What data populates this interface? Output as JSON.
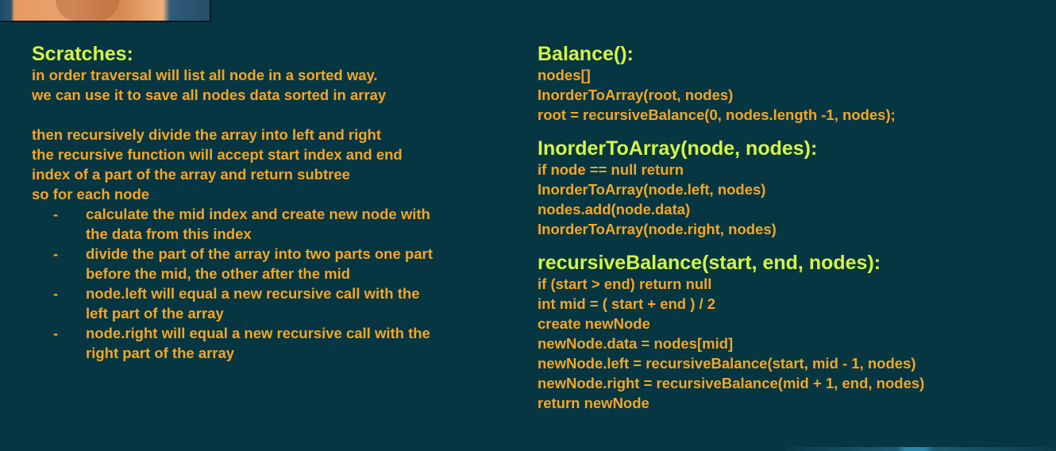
{
  "scratches": {
    "heading": "Scratches:",
    "intro_lines": [
      "in order traversal will list all node in a sorted way.",
      "we can use it to save all nodes data sorted in array"
    ],
    "body_lines": [
      "then recursively divide the array into left and right",
      "the recursive function will accept start index and end",
      "index of a part of the array and return subtree",
      "so for each node"
    ],
    "bullet_marker": "-",
    "bullets": [
      [
        "calculate the mid index and create new node with",
        "the data from this index"
      ],
      [
        "divide the part of the array into two parts one part",
        "before the mid, the other after the mid"
      ],
      [
        "node.left will equal a new recursive call with the",
        "left part of the array"
      ],
      [
        "node.right will equal a new recursive call with the",
        "right part of the array"
      ]
    ]
  },
  "balance": {
    "heading": "Balance():",
    "lines": [
      "nodes[]",
      "InorderToArray(root, nodes)",
      "root = recursiveBalance(0, nodes.length -1, nodes);"
    ]
  },
  "inorder": {
    "heading": "InorderToArray(node, nodes):",
    "lines": [
      "if node == null return",
      "InorderToArray(node.left, nodes)",
      "nodes.add(node.data)",
      "InorderToArray(node.right, nodes)"
    ]
  },
  "recursive_balance": {
    "heading": "recursiveBalance(start, end, nodes):",
    "lines": [
      "if (start > end) return null",
      "int mid = ( start + end ) / 2",
      "create newNode",
      "newNode.data = nodes[mid]",
      "newNode.left = recursiveBalance(start, mid - 1, nodes)",
      "newNode.right = recursiveBalance(mid + 1, end, nodes)",
      "return newNode"
    ]
  },
  "colors": {
    "background": "#063642",
    "heading": "#d6f542",
    "text": "#f5a623"
  }
}
